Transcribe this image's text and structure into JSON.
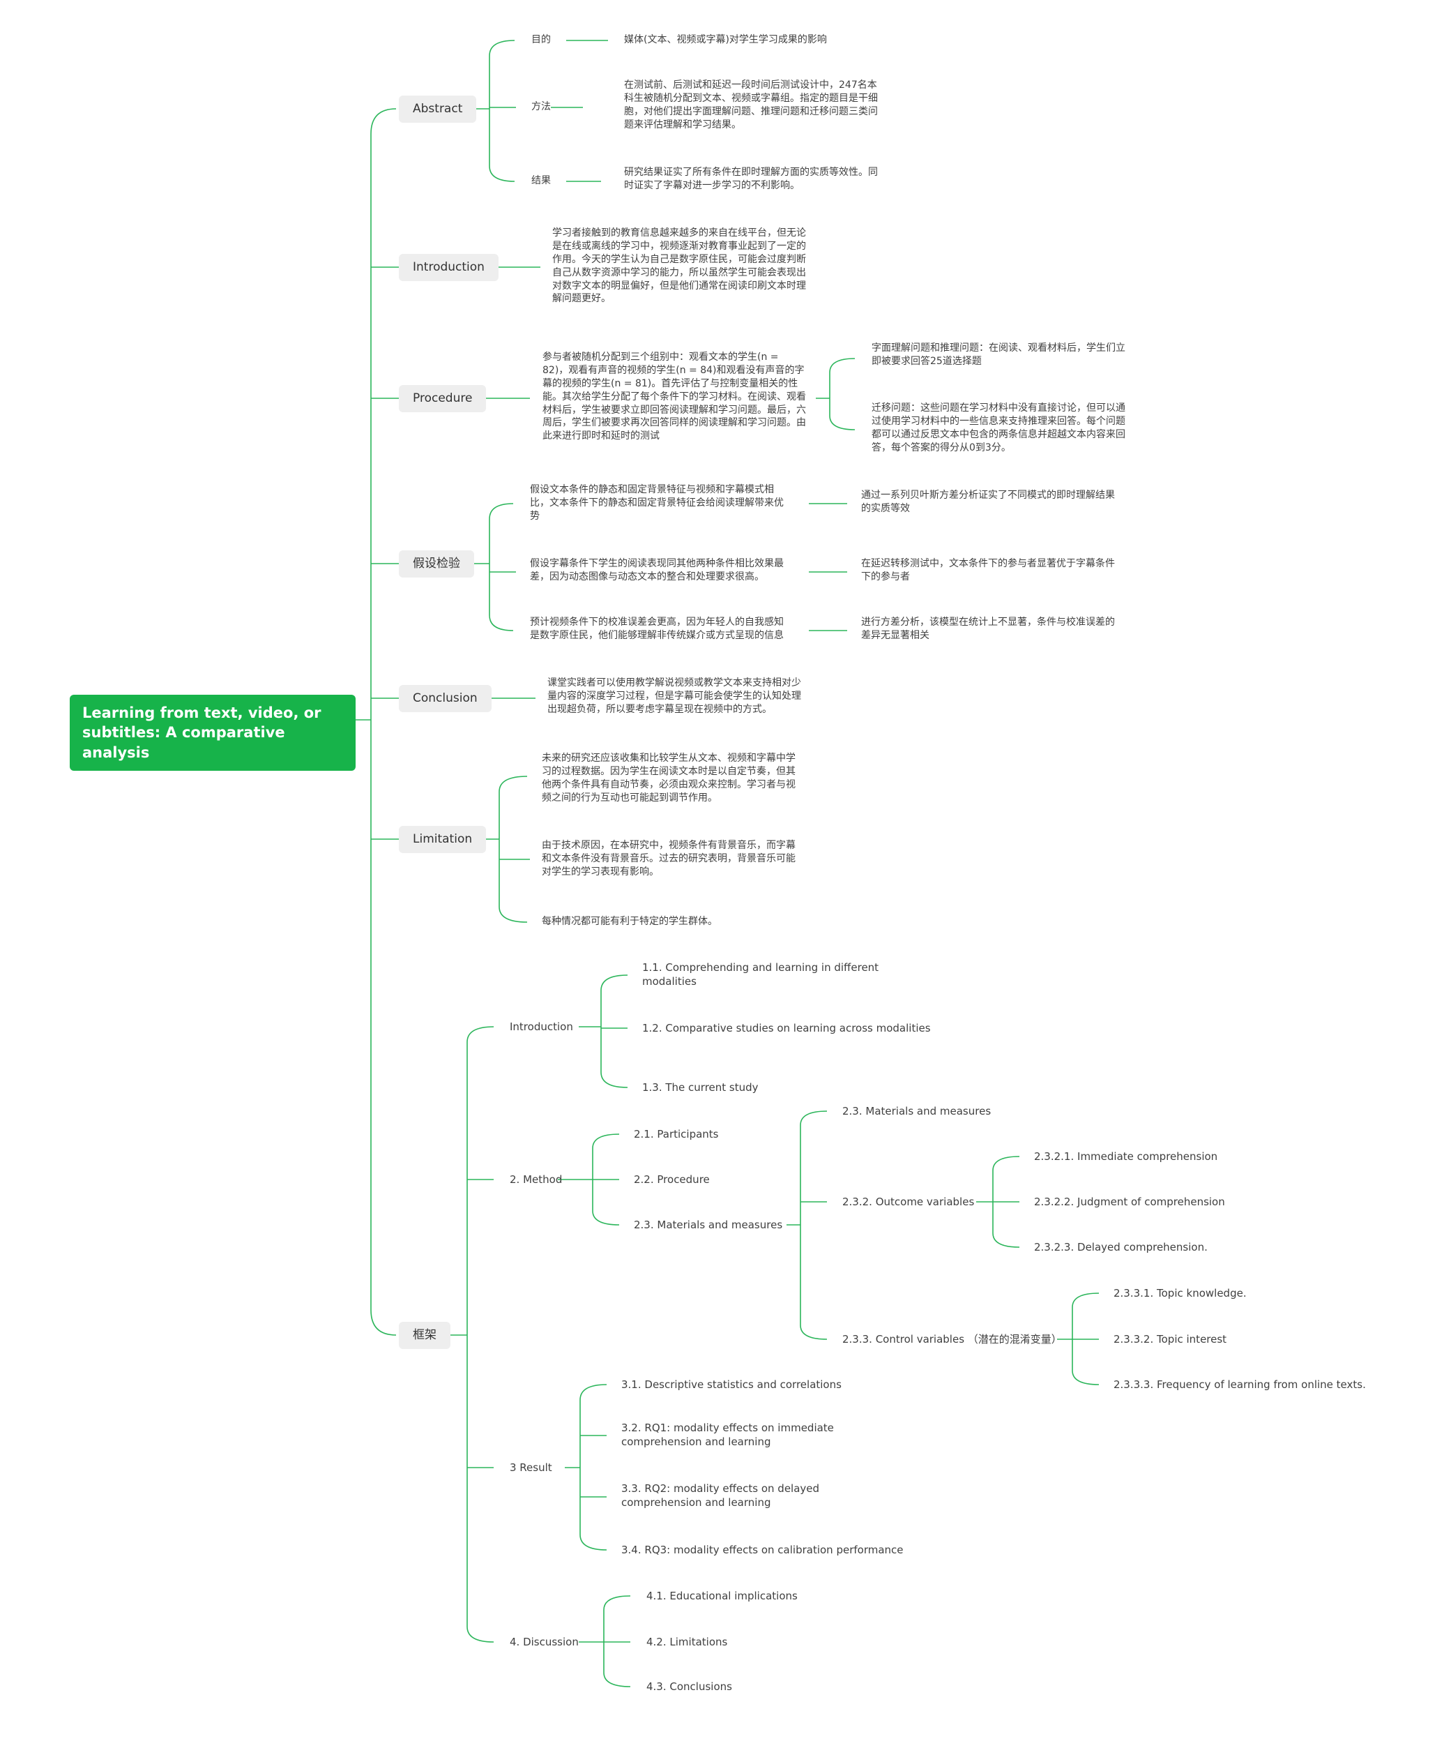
{
  "root": "Learning from text, video, or subtitles: A comparative analysis",
  "abstract": {
    "label": "Abstract",
    "purpose_label": "目的",
    "purpose": "媒体(文本、视频或字幕)对学生学习成果的影响",
    "method_label": "方法",
    "method": "在测试前、后测试和延迟一段时间后测试设计中，247名本科生被随机分配到文本、视频或字幕组。指定的题目是干细胞，对他们提出字面理解问题、推理问题和迁移问题三类问题来评估理解和学习结果。",
    "result_label": "结果",
    "result": "研究结果证实了所有条件在即时理解方面的实质等效性。同时证实了字幕对进一步学习的不利影响。"
  },
  "introduction": {
    "label": "Introduction",
    "text": "学习者接触到的教育信息越来越多的来自在线平台，但无论是在线或离线的学习中，视频逐渐对教育事业起到了一定的作用。今天的学生认为自己是数字原住民，可能会过度判断自己从数字资源中学习的能力，所以虽然学生可能会表现出对数字文本的明显偏好，但是他们通常在阅读印刷文本时理解问题更好。"
  },
  "procedure": {
    "label": "Procedure",
    "text": "参与者被随机分配到三个组别中：观看文本的学生(n = 82)，观看有声音的视频的学生(n = 84)和观看没有声音的字幕的视频的学生(n = 81)。首先评估了与控制变量相关的性能。其次给学生分配了每个条件下的学习材料。在阅读、观看材料后，学生被要求立即回答阅读理解和学习问题。最后，六周后，学生们被要求再次回答同样的阅读理解和学习问题。由此来进行即时和延时的测试",
    "q1": "字面理解问题和推理问题：在阅读、观看材料后，学生们立即被要求回答25道选择题",
    "q2": "迁移问题：这些问题在学习材料中没有直接讨论，但可以通过使用学习材料中的一些信息来支持推理来回答。每个问题都可以通过反思文本中包含的两条信息并超越文本内容来回答，每个答案的得分从0到3分。"
  },
  "hypothesis": {
    "label": "假设检验",
    "h1": "假设文本条件的静态和固定背景特征与视频和字幕模式相比，文本条件下的静态和固定背景特征会给阅读理解带来优势",
    "r1": "通过一系列贝叶斯方差分析证实了不同模式的即时理解结果的实质等效",
    "h2": "假设字幕条件下学生的阅读表现同其他两种条件相比效果最差，因为动态图像与动态文本的整合和处理要求很高。",
    "r2": "在延迟转移测试中，文本条件下的参与者显著优于字幕条件下的参与者",
    "h3": "预计视频条件下的校准误差会更高，因为年轻人的自我感知是数字原住民，他们能够理解非传统媒介或方式呈现的信息",
    "r3": "进行方差分析，该模型在统计上不显著，条件与校准误差的差异无显著相关"
  },
  "conclusion": {
    "label": "Conclusion",
    "text": "课堂实践者可以使用教学解说视频或教学文本来支持相对少量内容的深度学习过程，但是字幕可能会使学生的认知处理出现超负荷，所以要考虑字幕呈现在视频中的方式。"
  },
  "limitation": {
    "label": "Limitation",
    "l1": "未来的研究还应该收集和比较学生从文本、视频和字幕中学习的过程数据。因为学生在阅读文本时是以自定节奏，但其他两个条件具有自动节奏，必须由观众来控制。学习者与视频之间的行为互动也可能起到调节作用。",
    "l2": "由于技术原因，在本研究中，视频条件有背景音乐，而字幕和文本条件没有背景音乐。过去的研究表明，背景音乐可能对学生的学习表现有影响。",
    "l3": "每种情况都可能有利于特定的学生群体。"
  },
  "framework": {
    "label": "框架",
    "intro": {
      "label": "Introduction",
      "items": [
        "1.1. Comprehending and learning in different modalities",
        "1.2. Comparative studies on learning across modalities",
        "1.3. The current study"
      ]
    },
    "method": {
      "label": "2. Method",
      "participants": "2.1. Participants",
      "procedure": "2.2. Procedure",
      "materials": "2.3. Materials and measures",
      "materials_sub": "2.3. Materials and measures",
      "outcome": {
        "label": "2.3.2. Outcome variables",
        "items": [
          "2.3.2.1. Immediate comprehension",
          "2.3.2.2. Judgment of comprehension",
          "2.3.2.3. Delayed comprehension."
        ]
      },
      "control": {
        "label": "2.3.3. Control variables （潜在的混淆变量）",
        "items": [
          "2.3.3.1. Topic knowledge.",
          "2.3.3.2. Topic interest",
          "2.3.3.3. Frequency of learning from online texts."
        ]
      }
    },
    "result": {
      "label": "3 Result",
      "items": [
        "3.1. Descriptive statistics and correlations",
        "3.2. RQ1: modality effects on immediate comprehension and learning",
        "3.3. RQ2: modality effects on delayed comprehension and learning",
        "3.4. RQ3: modality effects on calibration performance"
      ]
    },
    "discussion": {
      "label": "4. Discussion",
      "items": [
        "4.1. Educational implications",
        "4.2. Limitations",
        "4.3. Conclusions"
      ]
    }
  }
}
